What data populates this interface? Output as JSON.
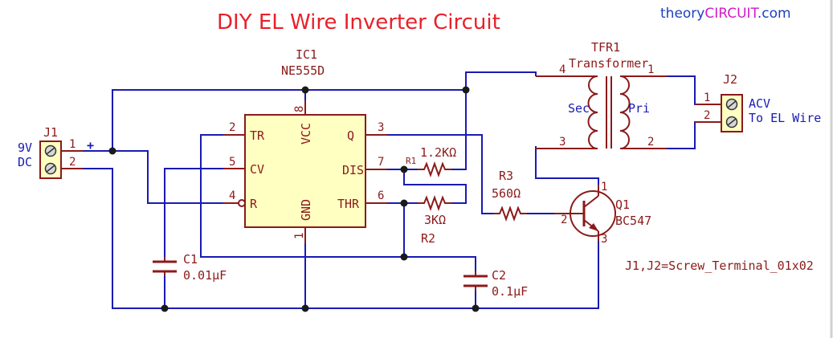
{
  "title": "DIY EL Wire Inverter Circuit",
  "brand": {
    "prefix": "theory",
    "highlight": "CIRCUIT",
    "suffix": ".com"
  },
  "colors": {
    "wire": "#1a1ab4",
    "component": "#8b1a1a",
    "ic_fill": "#ffffc2",
    "title": "#e8202a",
    "brand_highlight": "#d11ac9"
  },
  "ic1": {
    "ref": "IC1",
    "value": "NE555D",
    "pins": {
      "tr": "TR",
      "cv": "CV",
      "r": "R",
      "vcc": "VCC",
      "q": "Q",
      "dis": "DIS",
      "thr": "THR",
      "gnd": "GND"
    },
    "pin_numbers": {
      "tr": "2",
      "cv": "5",
      "r": "4",
      "vcc": "8",
      "q": "3",
      "dis": "7",
      "thr": "6",
      "gnd": "1"
    }
  },
  "j1": {
    "ref": "J1",
    "label_line1": "9V",
    "label_line2": "DC",
    "pin1": "1",
    "pin2": "2",
    "plus": "+"
  },
  "j2": {
    "ref": "J2",
    "label_line1": "ACV",
    "label_line2": "To EL Wire",
    "pin1": "1",
    "pin2": "2"
  },
  "tfr1": {
    "ref": "TFR1",
    "value": "Transformer",
    "sec": "Sec",
    "pri": "Pri",
    "pin_sec_top": "4",
    "pin_sec_bot": "3",
    "pin_pri_top": "1",
    "pin_pri_bot": "2"
  },
  "r1": {
    "ref": "R1",
    "value": "1.2KΩ"
  },
  "r2": {
    "ref": "R2",
    "value": "3KΩ"
  },
  "r3": {
    "ref": "R3",
    "value": "560Ω"
  },
  "q1": {
    "ref": "Q1",
    "value": "BC547",
    "pin_c": "1",
    "pin_b": "2",
    "pin_e": "3"
  },
  "c1": {
    "ref": "C1",
    "value": "0.01µF"
  },
  "c2": {
    "ref": "C2",
    "value": "0.1µF"
  },
  "note": "J1,J2=Screw_Terminal_01x02"
}
